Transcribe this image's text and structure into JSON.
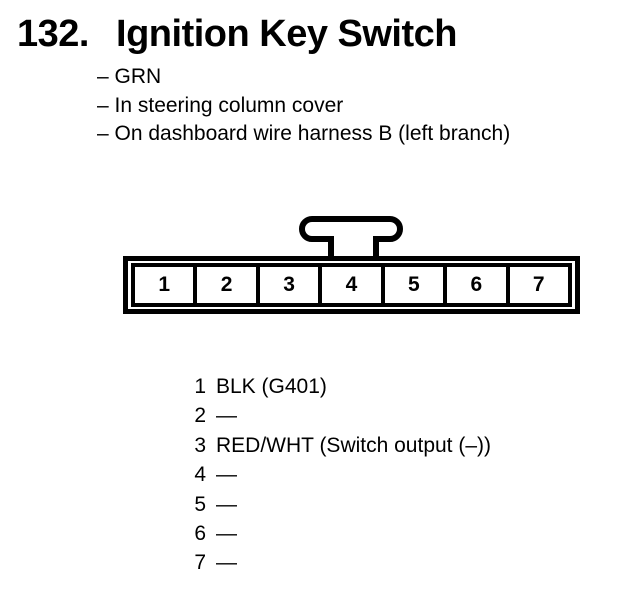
{
  "page": {
    "item_number": "132.",
    "title": "Ignition Key Switch",
    "details": [
      "– GRN",
      "– In steering column cover",
      "– On dashboard wire harness B (left branch)"
    ]
  },
  "connector": {
    "cells": [
      "1",
      "2",
      "3",
      "4",
      "5",
      "6",
      "7"
    ]
  },
  "pin_assignments": [
    {
      "pin": "1",
      "label": "BLK (G401)"
    },
    {
      "pin": "2",
      "label": "—"
    },
    {
      "pin": "3",
      "label": "RED/WHT (Switch output (–))"
    },
    {
      "pin": "4",
      "label": "—"
    },
    {
      "pin": "5",
      "label": "—"
    },
    {
      "pin": "6",
      "label": "—"
    },
    {
      "pin": "7",
      "label": "—"
    }
  ],
  "colors": {
    "ink": "#000000",
    "paper": "#ffffff"
  }
}
